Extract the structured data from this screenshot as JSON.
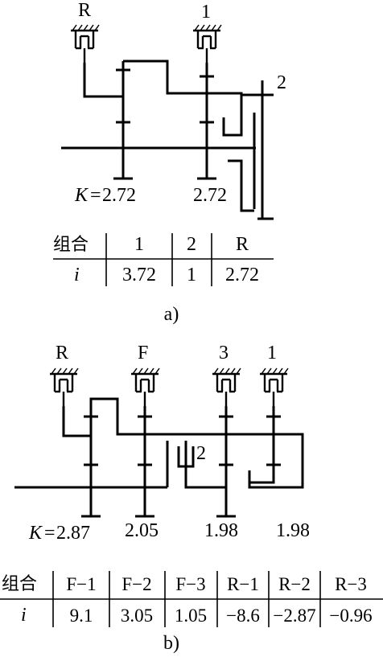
{
  "diagram_a": {
    "labels": {
      "brake_r": "R",
      "brake_1": "1",
      "clutch_2": "2",
      "k_prefix": "K",
      "k_eq": "=",
      "k1_value": "2.72",
      "k2_value": "2.72"
    },
    "table": {
      "row_header_combo": "组合",
      "row_header_ratio": "i",
      "combos": [
        "1",
        "2",
        "R"
      ],
      "ratios": [
        "3.72",
        "1",
        "2.72"
      ]
    },
    "caption": "a)"
  },
  "diagram_b": {
    "labels": {
      "brake_r": "R",
      "brake_f": "F",
      "brake_3": "3",
      "brake_1": "1",
      "clutch_2": "2",
      "k_prefix": "K",
      "k_eq": "=",
      "k1_value": "2.87",
      "k2_value": "2.05",
      "k3_value": "1.98",
      "k4_value": "1.98"
    },
    "table": {
      "row_header_combo": "组合",
      "row_header_ratio": "i",
      "combos": [
        "F−1",
        "F−2",
        "F−3",
        "R−1",
        "R−2",
        "R−3"
      ],
      "ratios": [
        "9.1",
        "3.05",
        "1.05",
        "−8.6",
        "−2.87",
        "−0.96"
      ]
    },
    "caption": "b)"
  }
}
